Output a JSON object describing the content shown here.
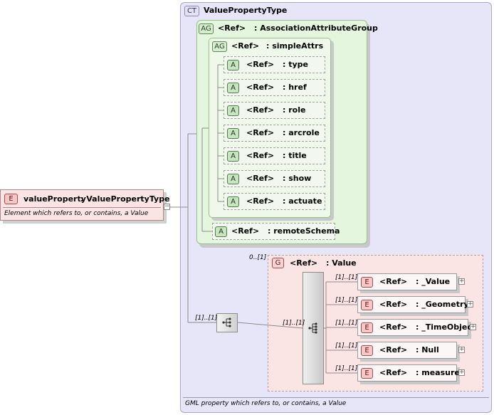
{
  "root_element": {
    "badge": "E",
    "name": "valueProperty",
    "type": ": ValuePropertyType",
    "doc": "Element which refers to, or contains, a Value"
  },
  "complex_type": {
    "badge": "CT",
    "name": "ValuePropertyType",
    "doc": "GML property which refers to, or contains, a Value"
  },
  "assoc_group": {
    "badge": "AG",
    "ref": "<Ref>",
    "name": ": AssociationAttributeGroup"
  },
  "simple_attrs": {
    "badge": "AG",
    "ref": "<Ref>",
    "name": ": simpleAttrs",
    "attributes": [
      {
        "badge": "A",
        "ref": "<Ref>",
        "name": ": type"
      },
      {
        "badge": "A",
        "ref": "<Ref>",
        "name": ": href"
      },
      {
        "badge": "A",
        "ref": "<Ref>",
        "name": ": role"
      },
      {
        "badge": "A",
        "ref": "<Ref>",
        "name": ": arcrole"
      },
      {
        "badge": "A",
        "ref": "<Ref>",
        "name": ": title"
      },
      {
        "badge": "A",
        "ref": "<Ref>",
        "name": ": show"
      },
      {
        "badge": "A",
        "ref": "<Ref>",
        "name": ": actuate"
      }
    ]
  },
  "remote_schema": {
    "badge": "A",
    "ref": "<Ref>",
    "name": ": remoteSchema"
  },
  "sequence": {
    "occurrence": "[1]..[1]"
  },
  "value_group": {
    "badge": "G",
    "ref": "<Ref>",
    "name": ": Value",
    "occurrence": "0..[1]",
    "choice_occurrence": "[1]..[1]",
    "elements": [
      {
        "badge": "E",
        "ref": "<Ref>",
        "name": ": _Value",
        "occurrence": "[1]..[1]",
        "expand": "+"
      },
      {
        "badge": "E",
        "ref": "<Ref>",
        "name": ": _Geometry",
        "occurrence": "[1]..[1]",
        "expand": "+"
      },
      {
        "badge": "E",
        "ref": "<Ref>",
        "name": ": _TimeObject",
        "occurrence": "[1]..[1]",
        "expand": "+"
      },
      {
        "badge": "E",
        "ref": "<Ref>",
        "name": ": Null",
        "occurrence": "[1]..[1]",
        "expand": "+"
      },
      {
        "badge": "E",
        "ref": "<Ref>",
        "name": ": measure",
        "occurrence": "[1]..[1]",
        "expand": "+"
      }
    ]
  },
  "root_collapse": "−"
}
